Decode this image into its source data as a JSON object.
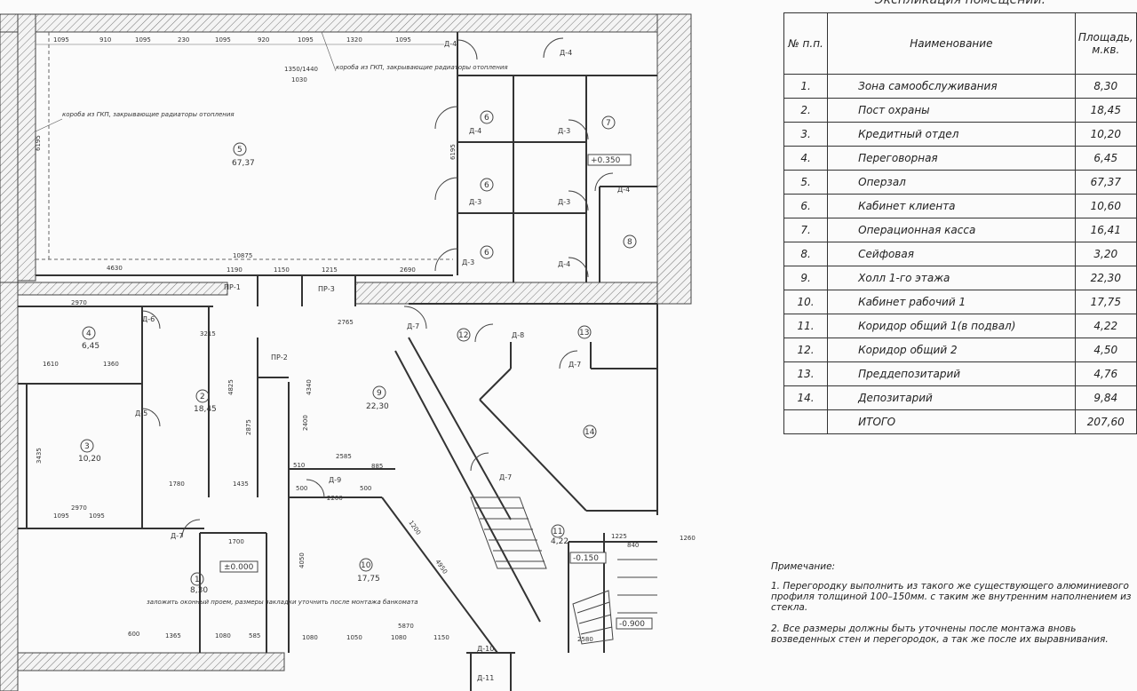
{
  "explication": {
    "title": "Экспликация помещений.",
    "headers": {
      "no": "№ п.п.",
      "name": "Наименование",
      "area": "Площадь, м.кв."
    },
    "rows": [
      {
        "no": "1.",
        "name": "Зона самообслуживания",
        "area": "8,30"
      },
      {
        "no": "2.",
        "name": "Пост охраны",
        "area": "18,45"
      },
      {
        "no": "3.",
        "name": "Кредитный отдел",
        "area": "10,20"
      },
      {
        "no": "4.",
        "name": "Переговорная",
        "area": "6,45"
      },
      {
        "no": "5.",
        "name": "Оперзал",
        "area": "67,37"
      },
      {
        "no": "6.",
        "name": "Кабинет клиента",
        "area": "10,60"
      },
      {
        "no": "7.",
        "name": "Операционная касса",
        "area": "16,41"
      },
      {
        "no": "8.",
        "name": "Сейфовая",
        "area": "3,20"
      },
      {
        "no": "9.",
        "name": "Холл 1-го этажа",
        "area": "22,30"
      },
      {
        "no": "10.",
        "name": "Кабинет рабочий 1",
        "area": "17,75"
      },
      {
        "no": "11.",
        "name": "Коридор общий 1(в подвал)",
        "area": "4,22"
      },
      {
        "no": "12.",
        "name": "Коридор общий 2",
        "area": "4,50"
      },
      {
        "no": "13.",
        "name": "Преддепозитарий",
        "area": "4,76"
      },
      {
        "no": "14.",
        "name": "Депозитарий",
        "area": "9,84"
      }
    ],
    "total": {
      "label": "ИТОГО",
      "area": "207,60"
    }
  },
  "notes": {
    "heading": "Примечание:",
    "items": [
      "1. Перегородку выполнить из такого же существующего алюминиевого профиля толщиной 100–150мм. с таким же внутренним наполнением из стекла.",
      "2. Все размеры должны быть уточнены после монтажа вновь возведенных стен и перегородок, а так же после их выравнивания."
    ]
  },
  "plan": {
    "rooms": [
      {
        "num": "5",
        "area": "67,37"
      },
      {
        "num": "4",
        "area": "6,45"
      },
      {
        "num": "2",
        "area": "18,45"
      },
      {
        "num": "3",
        "area": "10,20"
      },
      {
        "num": "1",
        "area": "8,30"
      },
      {
        "num": "9",
        "area": "22,30"
      },
      {
        "num": "10",
        "area": "17,75"
      },
      {
        "num": "11",
        "area": "4,22"
      },
      {
        "num": "6",
        "area": ""
      },
      {
        "num": "7",
        "area": ""
      },
      {
        "num": "8",
        "area": ""
      },
      {
        "num": "12",
        "area": ""
      },
      {
        "num": "13",
        "area": ""
      },
      {
        "num": "14",
        "area": ""
      }
    ],
    "doors": [
      "Д-4",
      "Д-3",
      "Д-3",
      "Д-3",
      "Д-3",
      "Д-4",
      "Д-4",
      "Д-4",
      "Д-6",
      "Д-5",
      "Д-7",
      "Д-8",
      "Д-7",
      "Д-7",
      "Д-9",
      "Д-10",
      "Д-11",
      "Д-7",
      "ПР-1",
      "ПР-2",
      "ПР-3"
    ],
    "levels": [
      "+0.350",
      "±0.000",
      "-0.150",
      "-0.900"
    ],
    "dims": [
      "1095",
      "910",
      "1095",
      "230",
      "1095",
      "920",
      "1095",
      "1320",
      "1095",
      "1350/1440",
      "1030",
      "10875",
      "4630",
      "1190",
      "1150",
      "1215",
      "2690",
      "2970",
      "3215",
      "2765",
      "1610",
      "1360",
      "4340",
      "1780",
      "1435",
      "2970",
      "1095",
      "1095",
      "1700",
      "1365",
      "1080",
      "585",
      "5870",
      "1080",
      "1050",
      "1080",
      "1150",
      "2585",
      "885",
      "510",
      "500",
      "2200",
      "500",
      "6195",
      "6195",
      "4825",
      "2875",
      "2400",
      "3435",
      "1225",
      "840",
      "2580",
      "600",
      "4050",
      "1260",
      "1200",
      "4950"
    ],
    "annotations": [
      "короба из ГКП, закрывающие радиаторы отопления",
      "короба из ГКП, закрывающие радиаторы отопления",
      "заложить оконный проем, размеры закладки уточнить после монтажа банкомата"
    ]
  }
}
